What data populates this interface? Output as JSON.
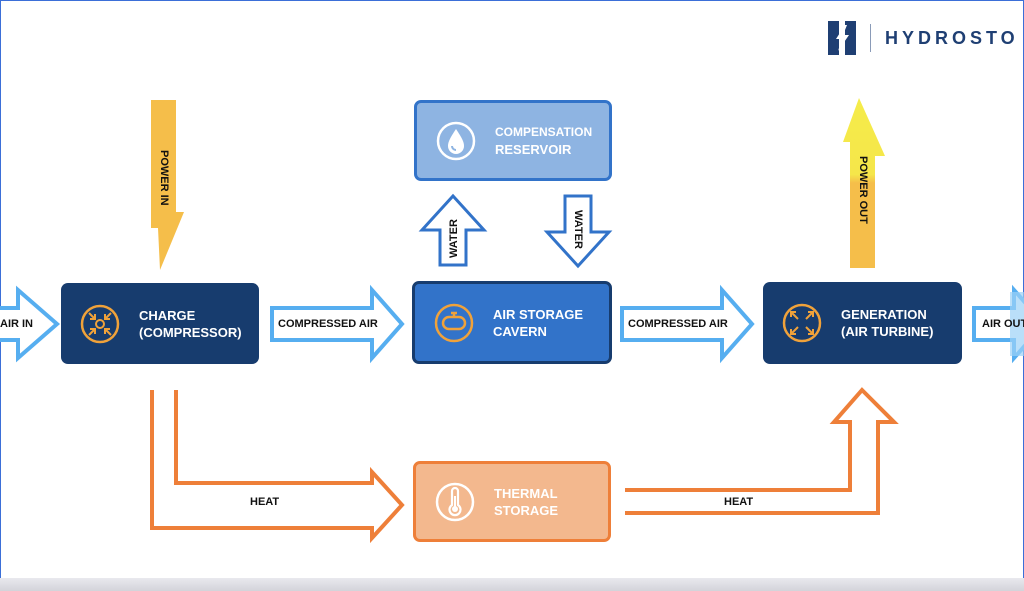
{
  "logo": {
    "text": "HYDROSTO"
  },
  "nodes": {
    "charge": {
      "line1": "CHARGE",
      "line2": "(COMPRESSOR)"
    },
    "cavern": {
      "line1": "AIR STORAGE",
      "line2": "CAVERN"
    },
    "reservoir": {
      "line1": "COMPENSATION",
      "line2": "RESERVOIR"
    },
    "generation": {
      "line1": "GENERATION",
      "line2": "(AIR TURBINE)"
    },
    "thermal": {
      "line1": "THERMAL",
      "line2": "STORAGE"
    }
  },
  "flows": {
    "air_in": "AIR IN",
    "compressed_air_1": "COMPRESSED AIR",
    "compressed_air_2": "COMPRESSED AIR",
    "air_out": "AIR OUT",
    "power_in": "POWER IN",
    "power_out": "POWER OUT",
    "water_up": "WATER",
    "water_down": "WATER",
    "heat_in": "HEAT",
    "heat_out": "HEAT"
  },
  "colors": {
    "dark_blue": "#173c6e",
    "mid_blue": "#3273c9",
    "light_blue": "#8eb4e2",
    "air_arrow": "#56aef0",
    "heat_orange": "#ee7f39",
    "thermal_fill": "#f3b88e",
    "power_yellow": "#f5be4a",
    "power_out_yellow": "#f5e64a",
    "icon_orange": "#f0a23a"
  }
}
